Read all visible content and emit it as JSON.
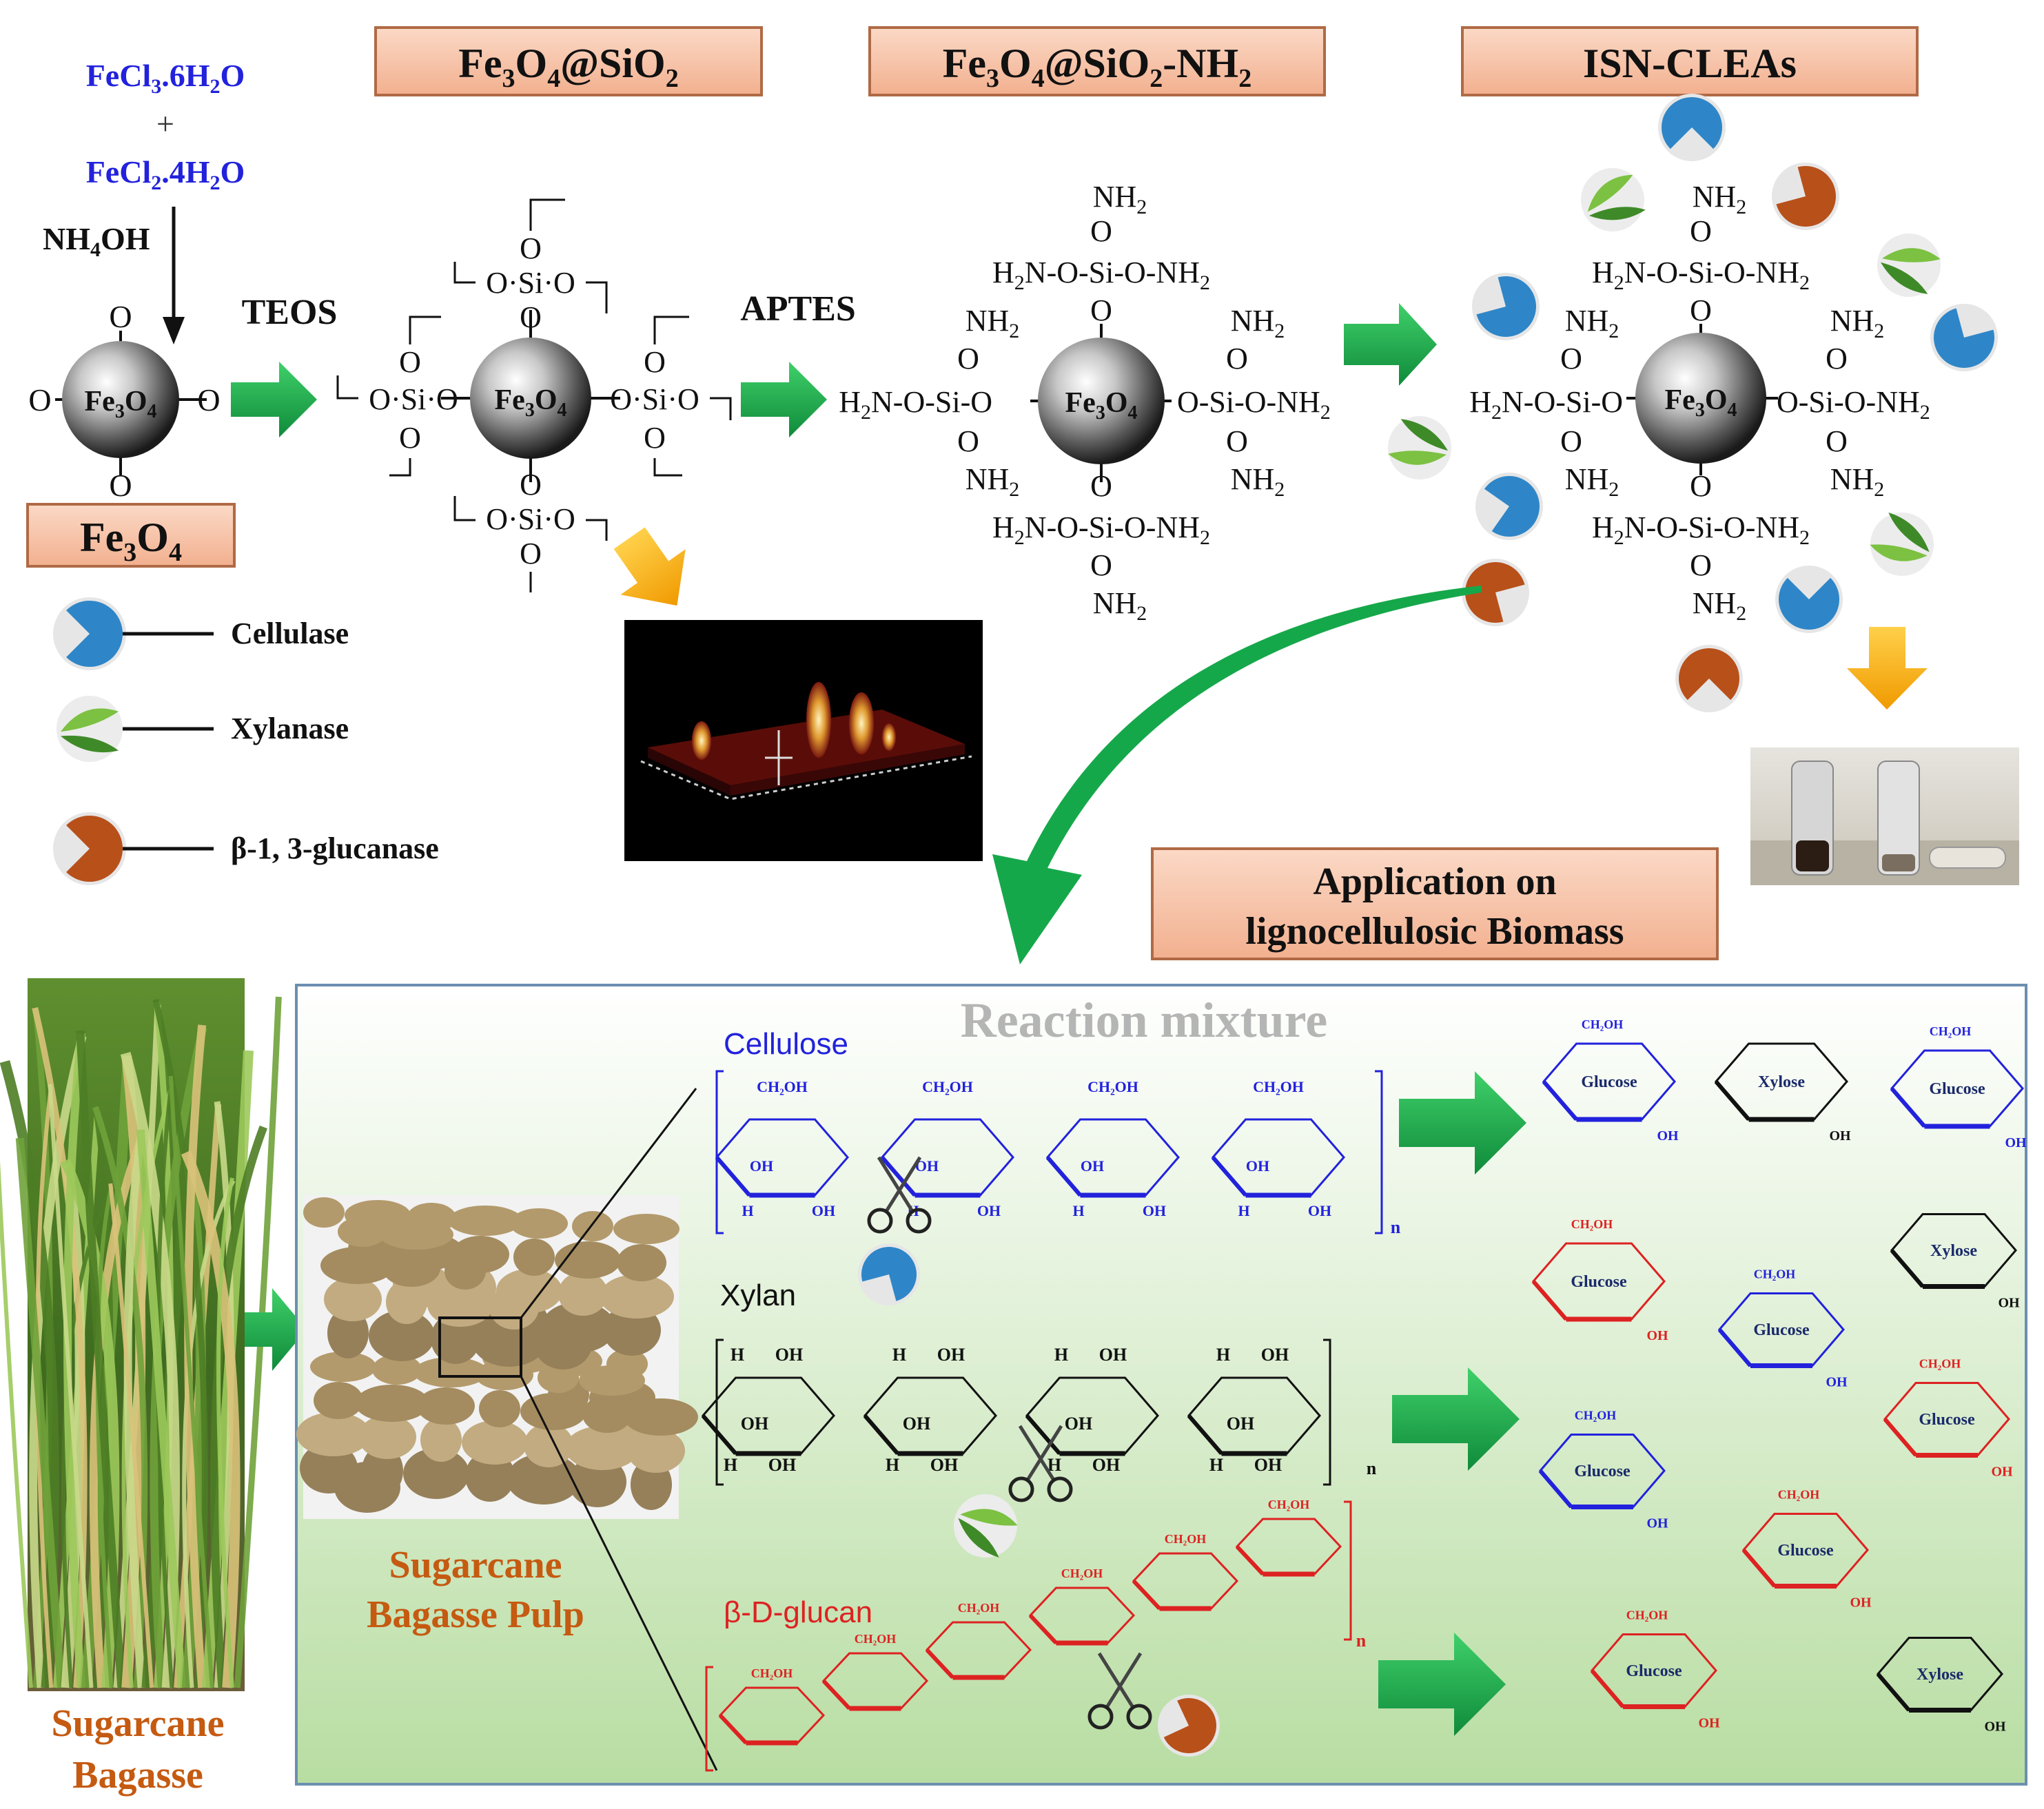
{
  "precursors": {
    "fecl3": {
      "base": "FeCl",
      "sub1": "3",
      "mid": ".6H",
      "sub2": "2",
      "end": "O"
    },
    "plus": "+",
    "fecl2": {
      "base": "FeCl",
      "sub1": "2",
      "mid": ".4H",
      "sub2": "2",
      "end": "O"
    },
    "nh4oh": {
      "a": "NH",
      "sub": "4",
      "b": "OH"
    }
  },
  "stage_titles": {
    "fe3o4_sio2": {
      "a": "Fe",
      "s1": "3",
      "b": "O",
      "s2": "4",
      "c": "@SiO",
      "s3": "2"
    },
    "fe3o4_sio2_nh2": {
      "a": "Fe",
      "s1": "3",
      "b": "O",
      "s2": "4",
      "c": "@SiO",
      "s3": "2",
      "d": "-NH",
      "s4": "2"
    },
    "isn_cleas": "ISN-CLEAs",
    "fe3o4": {
      "a": "Fe",
      "s1": "3",
      "b": "O",
      "s2": "4"
    }
  },
  "core": {
    "a": "Fe",
    "s1": "3",
    "b": "O",
    "s2": "4"
  },
  "reagents": {
    "teos": "TEOS",
    "aptes": "APTES"
  },
  "chem": {
    "o": "O",
    "osio": "O·Si·O",
    "si": "Si",
    "nh2": {
      "a": "NH",
      "s": "2"
    },
    "h2n_o_si_o_nh2": {
      "a": "H",
      "s1": "2",
      "b": "N-O-Si-O-NH",
      "s2": "2"
    },
    "h2n_o_si_o": {
      "a": "H",
      "s1": "2",
      "b": "N-O-Si-O"
    },
    "o_si_o_nh2": {
      "a": "O-Si-O-NH",
      "s": "2"
    }
  },
  "legend": [
    {
      "label": "Cellulase",
      "color": "#2e86c8"
    },
    {
      "label": "Xylanase",
      "color": "#6cb33e"
    },
    {
      "label": "β-1, 3-glucanase",
      "color": "#b8501a"
    }
  ],
  "application": {
    "line1": "Application on",
    "line2": "lignocellulosic Biomass"
  },
  "bottom": {
    "sugarcane_label": {
      "line1": "Sugarcane",
      "line2": "Bagasse"
    },
    "pulp_label": {
      "line1": "Sugarcane",
      "line2": "Bagasse Pulp"
    },
    "reaction_mixture": "Reaction mixture",
    "cellulose": "Cellulose",
    "xylan": "Xylan",
    "glucan": "β-D-glucan",
    "n": "n",
    "glucose": "Glucose",
    "xylose": "Xylose",
    "ch2oh": "CH₂OH",
    "oh": "OH",
    "h": "H"
  },
  "colors": {
    "blue": "#2222dd",
    "red": "#dd2222",
    "black": "#111111",
    "arrow_green": "#15a84a",
    "label_orange": "#c55a11",
    "title_box": "#f6c4a8"
  }
}
